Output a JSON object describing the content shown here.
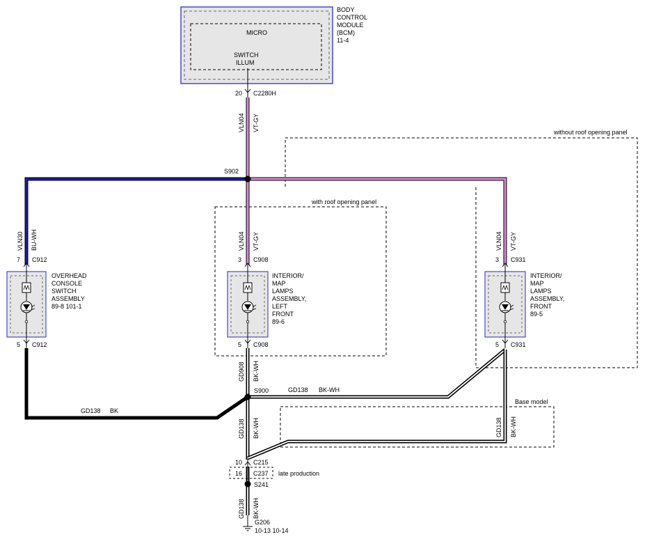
{
  "bcm": {
    "title_lines": [
      "BODY",
      "CONTROL",
      "MODULE",
      "(BCM)",
      "11-4"
    ],
    "micro": "MICRO",
    "switch": "SWITCH",
    "illum": "ILLUM",
    "pin": "20",
    "connector": "C2280H"
  },
  "wires": {
    "vln04": "VLN04",
    "vt_gy": "VT-GY",
    "vln30": "VLN30",
    "bu_wh": "BU-WH",
    "gd908": "GD908",
    "gd138": "GD138",
    "bk_wh": "BK-WH",
    "bk": "BK"
  },
  "splices": {
    "s902": "S902",
    "s900": "S900",
    "s241": "S241"
  },
  "boxes": {
    "without_roof": "without roof opening panel",
    "with_roof": "with roof opening panel",
    "base_model": "Base model",
    "late_production": "late production"
  },
  "components": {
    "overhead": {
      "lines": [
        "OVERHEAD",
        "CONSOLE",
        "SWITCH",
        "ASSEMBLY",
        "89-8   101-1"
      ],
      "top_pin": "7",
      "top_conn": "C912",
      "bot_pin": "5",
      "bot_conn": "C912"
    },
    "left_front": {
      "lines": [
        "INTERIOR/",
        "MAP",
        "LAMPS",
        "ASSEMBLY,",
        "LEFT",
        "FRONT",
        "89-6"
      ],
      "top_pin": "3",
      "top_conn": "C908",
      "bot_pin": "5",
      "bot_conn": "C908"
    },
    "front": {
      "lines": [
        "INTERIOR/",
        "MAP",
        "LAMPS",
        "ASSEMBLY,",
        "FRONT",
        "89-5"
      ],
      "top_pin": "3",
      "top_conn": "C931",
      "bot_pin": "5",
      "bot_conn": "C931"
    }
  },
  "lower": {
    "c215_pin": "10",
    "c215": "C215",
    "c237_pin": "16",
    "c237": "C237",
    "ground": "G206",
    "ground_refs": "10-13   10-14"
  },
  "colors": {
    "violet": "#d98ad9",
    "blue": "#1a1aa8",
    "box_border": "#4a4ad0",
    "box_fill": "#e6e6e6"
  }
}
